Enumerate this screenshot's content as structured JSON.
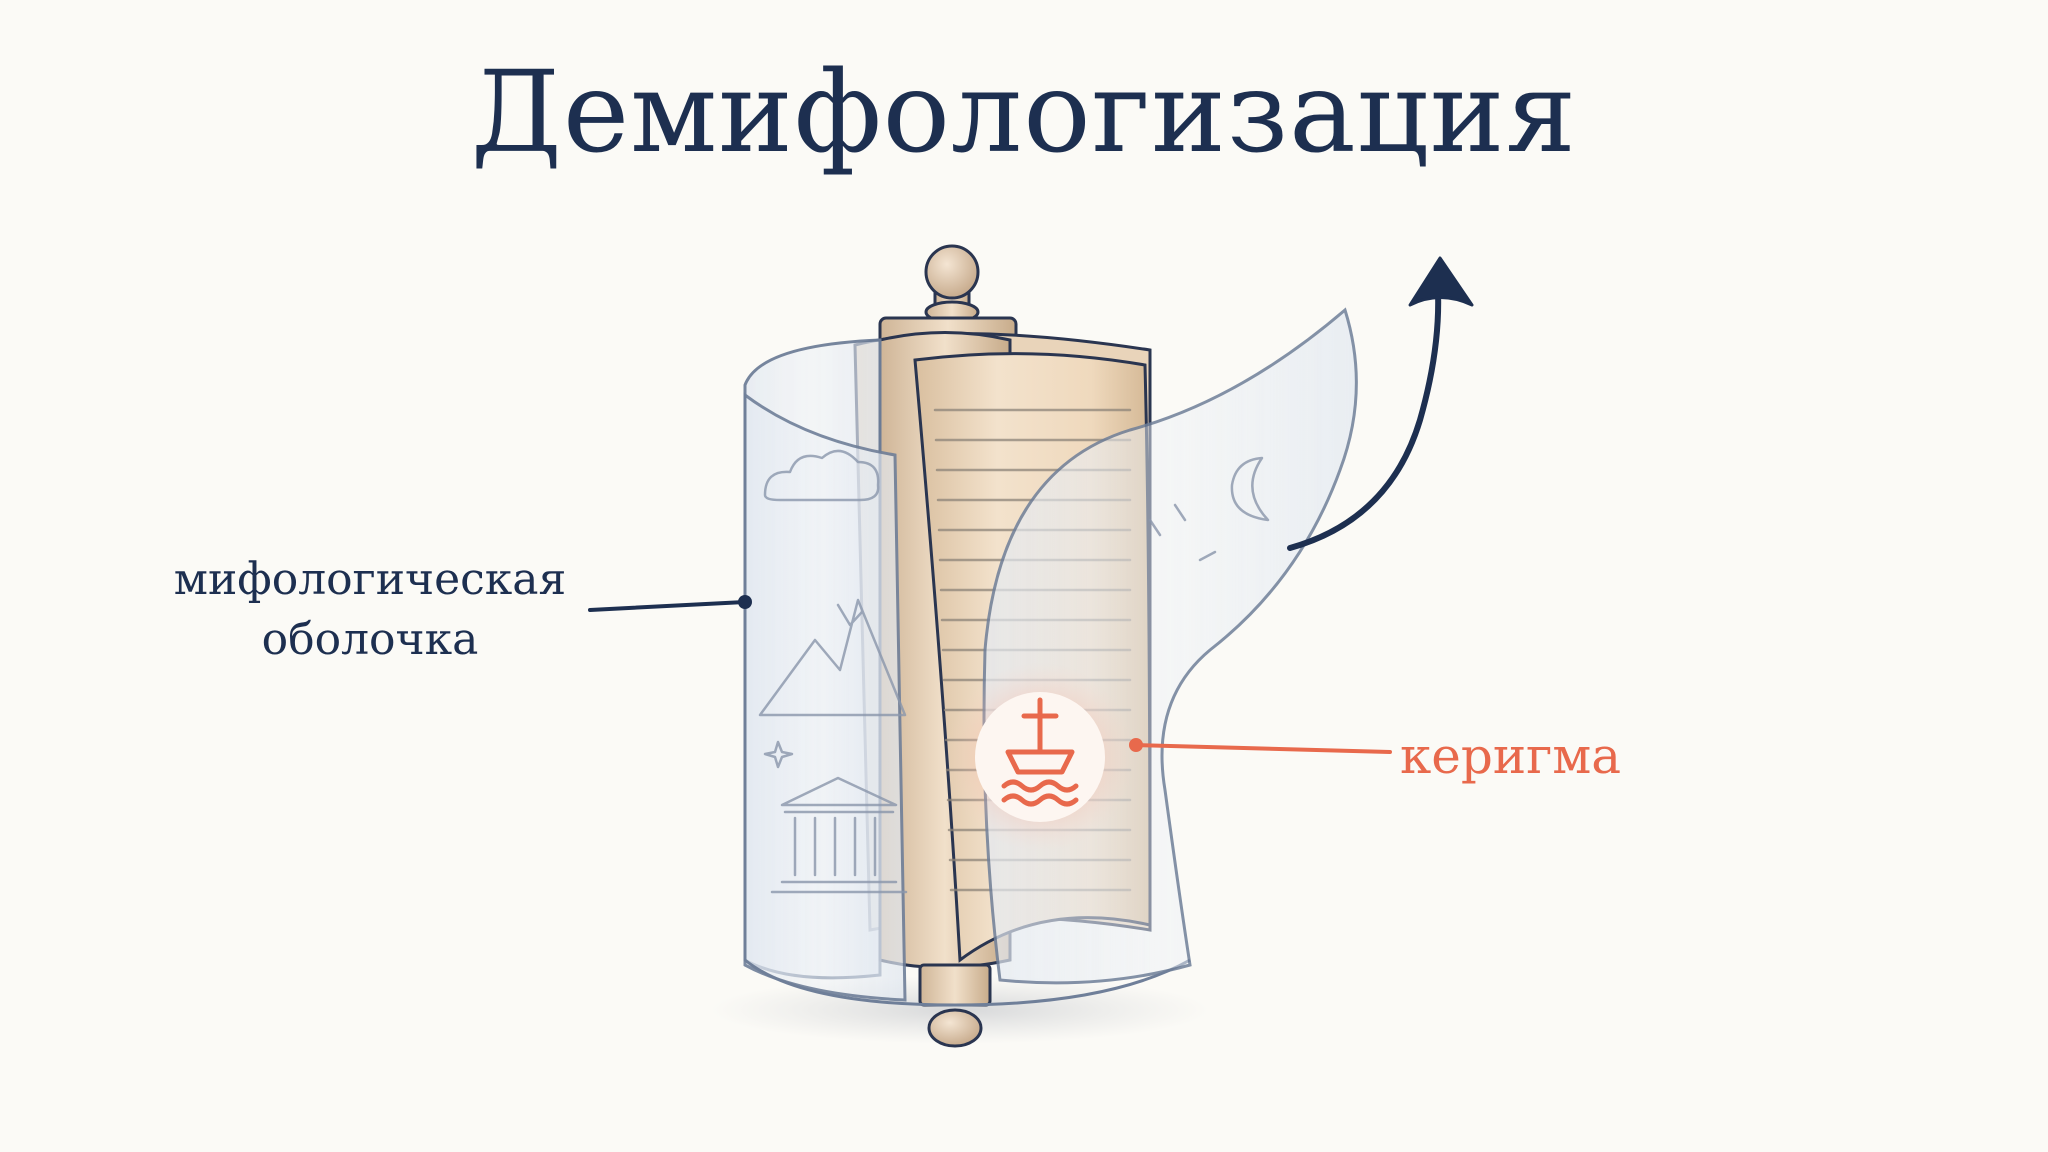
{
  "title": "Демифологизация",
  "labels": {
    "shell": [
      "мифологическая",
      "оболочка"
    ],
    "kerygma": "керигма"
  },
  "colors": {
    "background": "#fbfaf6",
    "navy": "#1d2f50",
    "accent": "#e8694c",
    "parchment": "#f0dcc3",
    "film": "#dfe6ef"
  },
  "icons": {
    "kerygma": "cross-ship-waves-icon",
    "shell": [
      "cloud-icon",
      "mountain-icon",
      "temple-icon",
      "moon-icon",
      "star-icon"
    ]
  }
}
